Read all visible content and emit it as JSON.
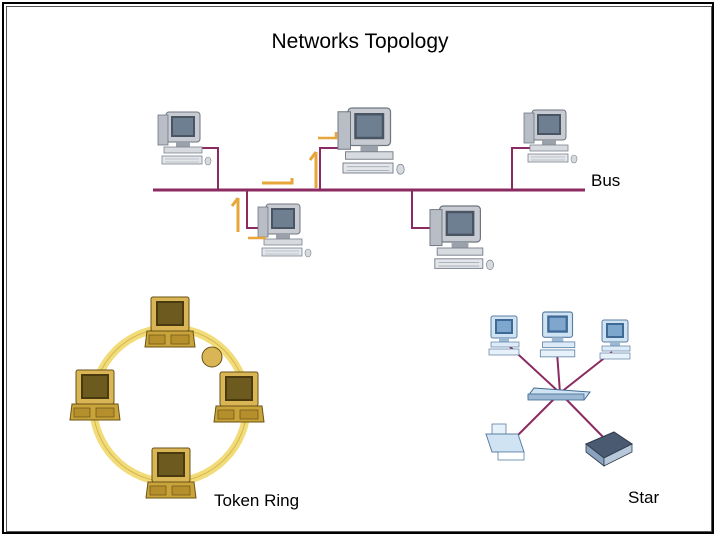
{
  "title": "Networks Topology",
  "labels": {
    "bus": "Bus",
    "token_ring": "Token Ring",
    "star": "Star"
  },
  "colors": {
    "bus_line": "#8b2b62",
    "ring": "#f2dc7a",
    "token_ring_computer": "#c9a43a",
    "star_line": "#8b2b62",
    "token_arrow": "#e8a63a"
  },
  "icons": {
    "bus_nodes": [
      "desktop-computer-icon",
      "desktop-computer-icon",
      "desktop-computer-icon",
      "desktop-computer-icon",
      "desktop-computer-icon"
    ],
    "ring_nodes": [
      "retro-computer-icon",
      "retro-computer-icon",
      "retro-computer-icon",
      "retro-computer-icon"
    ],
    "star_nodes": [
      "desktop-computer-icon",
      "desktop-computer-icon",
      "desktop-computer-icon",
      "printer-icon",
      "scanner-icon"
    ],
    "star_hub": "switch-hub-icon",
    "ring_token": "token-icon"
  }
}
